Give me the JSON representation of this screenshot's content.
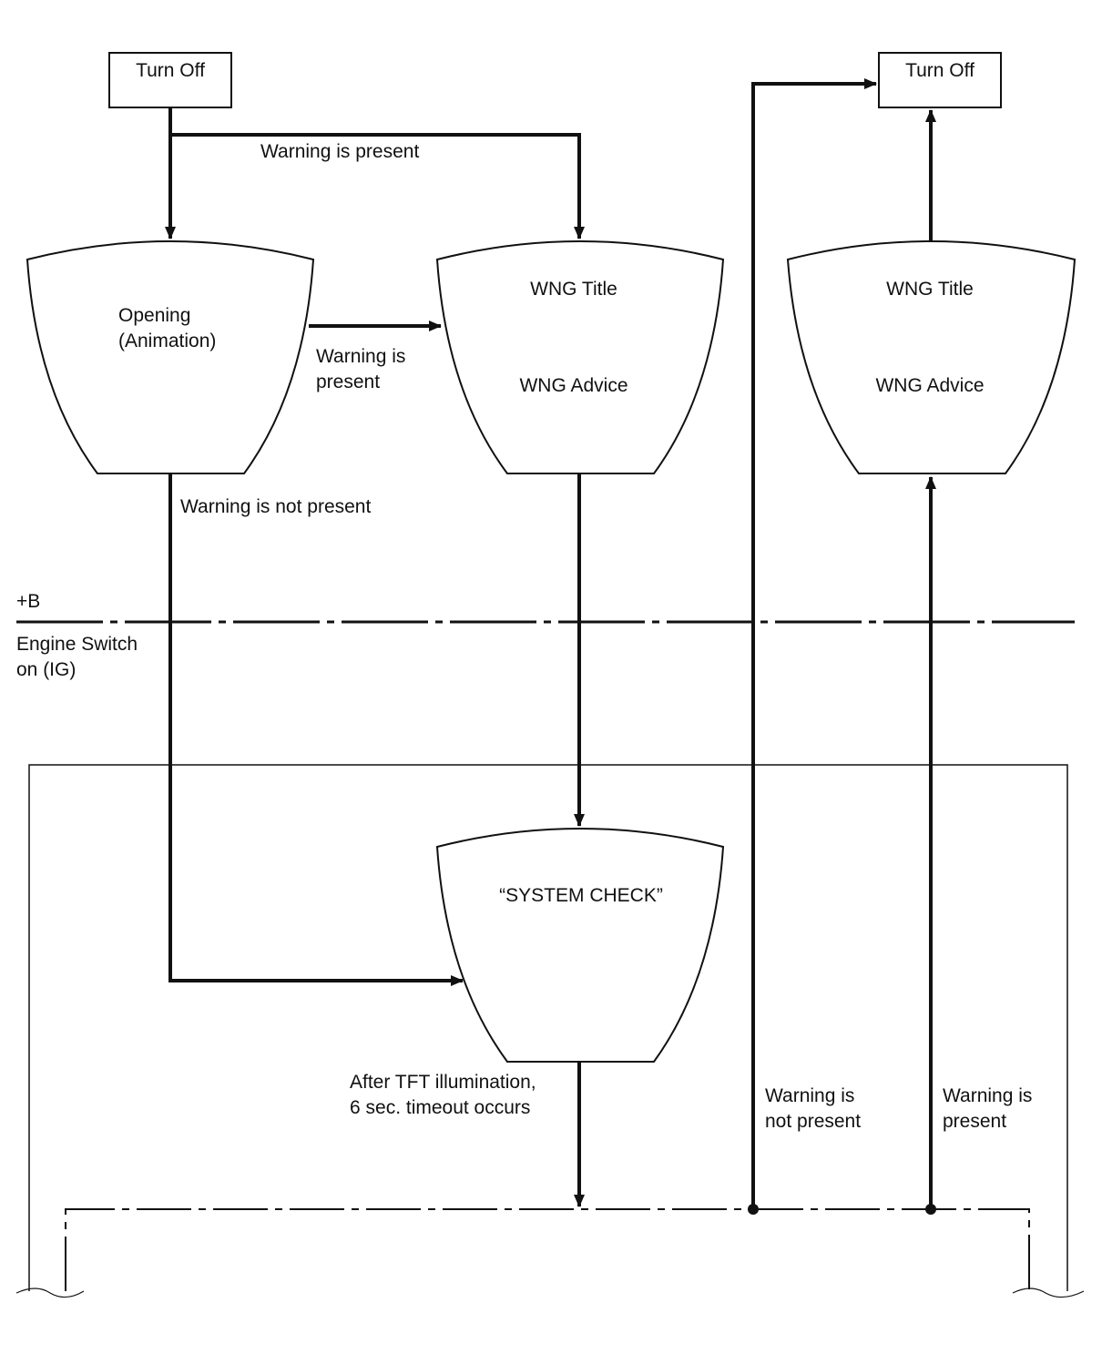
{
  "boxes": {
    "turn_off_left": "Turn Off",
    "turn_off_right": "Turn Off"
  },
  "displays": {
    "opening": "Opening\n(Animation)",
    "wng_center_title": "WNG Title",
    "wng_center_advice": "WNG Advice",
    "wng_right_title": "WNG Title",
    "wng_right_advice": "WNG Advice",
    "system_check": "“SYSTEM CHECK”"
  },
  "labels": {
    "warning_present_top": "Warning is present",
    "warning_present_mid": "Warning is\npresent",
    "warning_not_present_left": "Warning is not present",
    "plus_b": "+B",
    "engine_switch": "Engine Switch\non (IG)",
    "tft_timeout": "After TFT illumination,\n6 sec. timeout occurs",
    "warning_not_present_right": "Warning is\nnot present",
    "warning_present_right": "Warning is\npresent"
  },
  "colors": {
    "line": "#111111",
    "background": "#ffffff"
  }
}
